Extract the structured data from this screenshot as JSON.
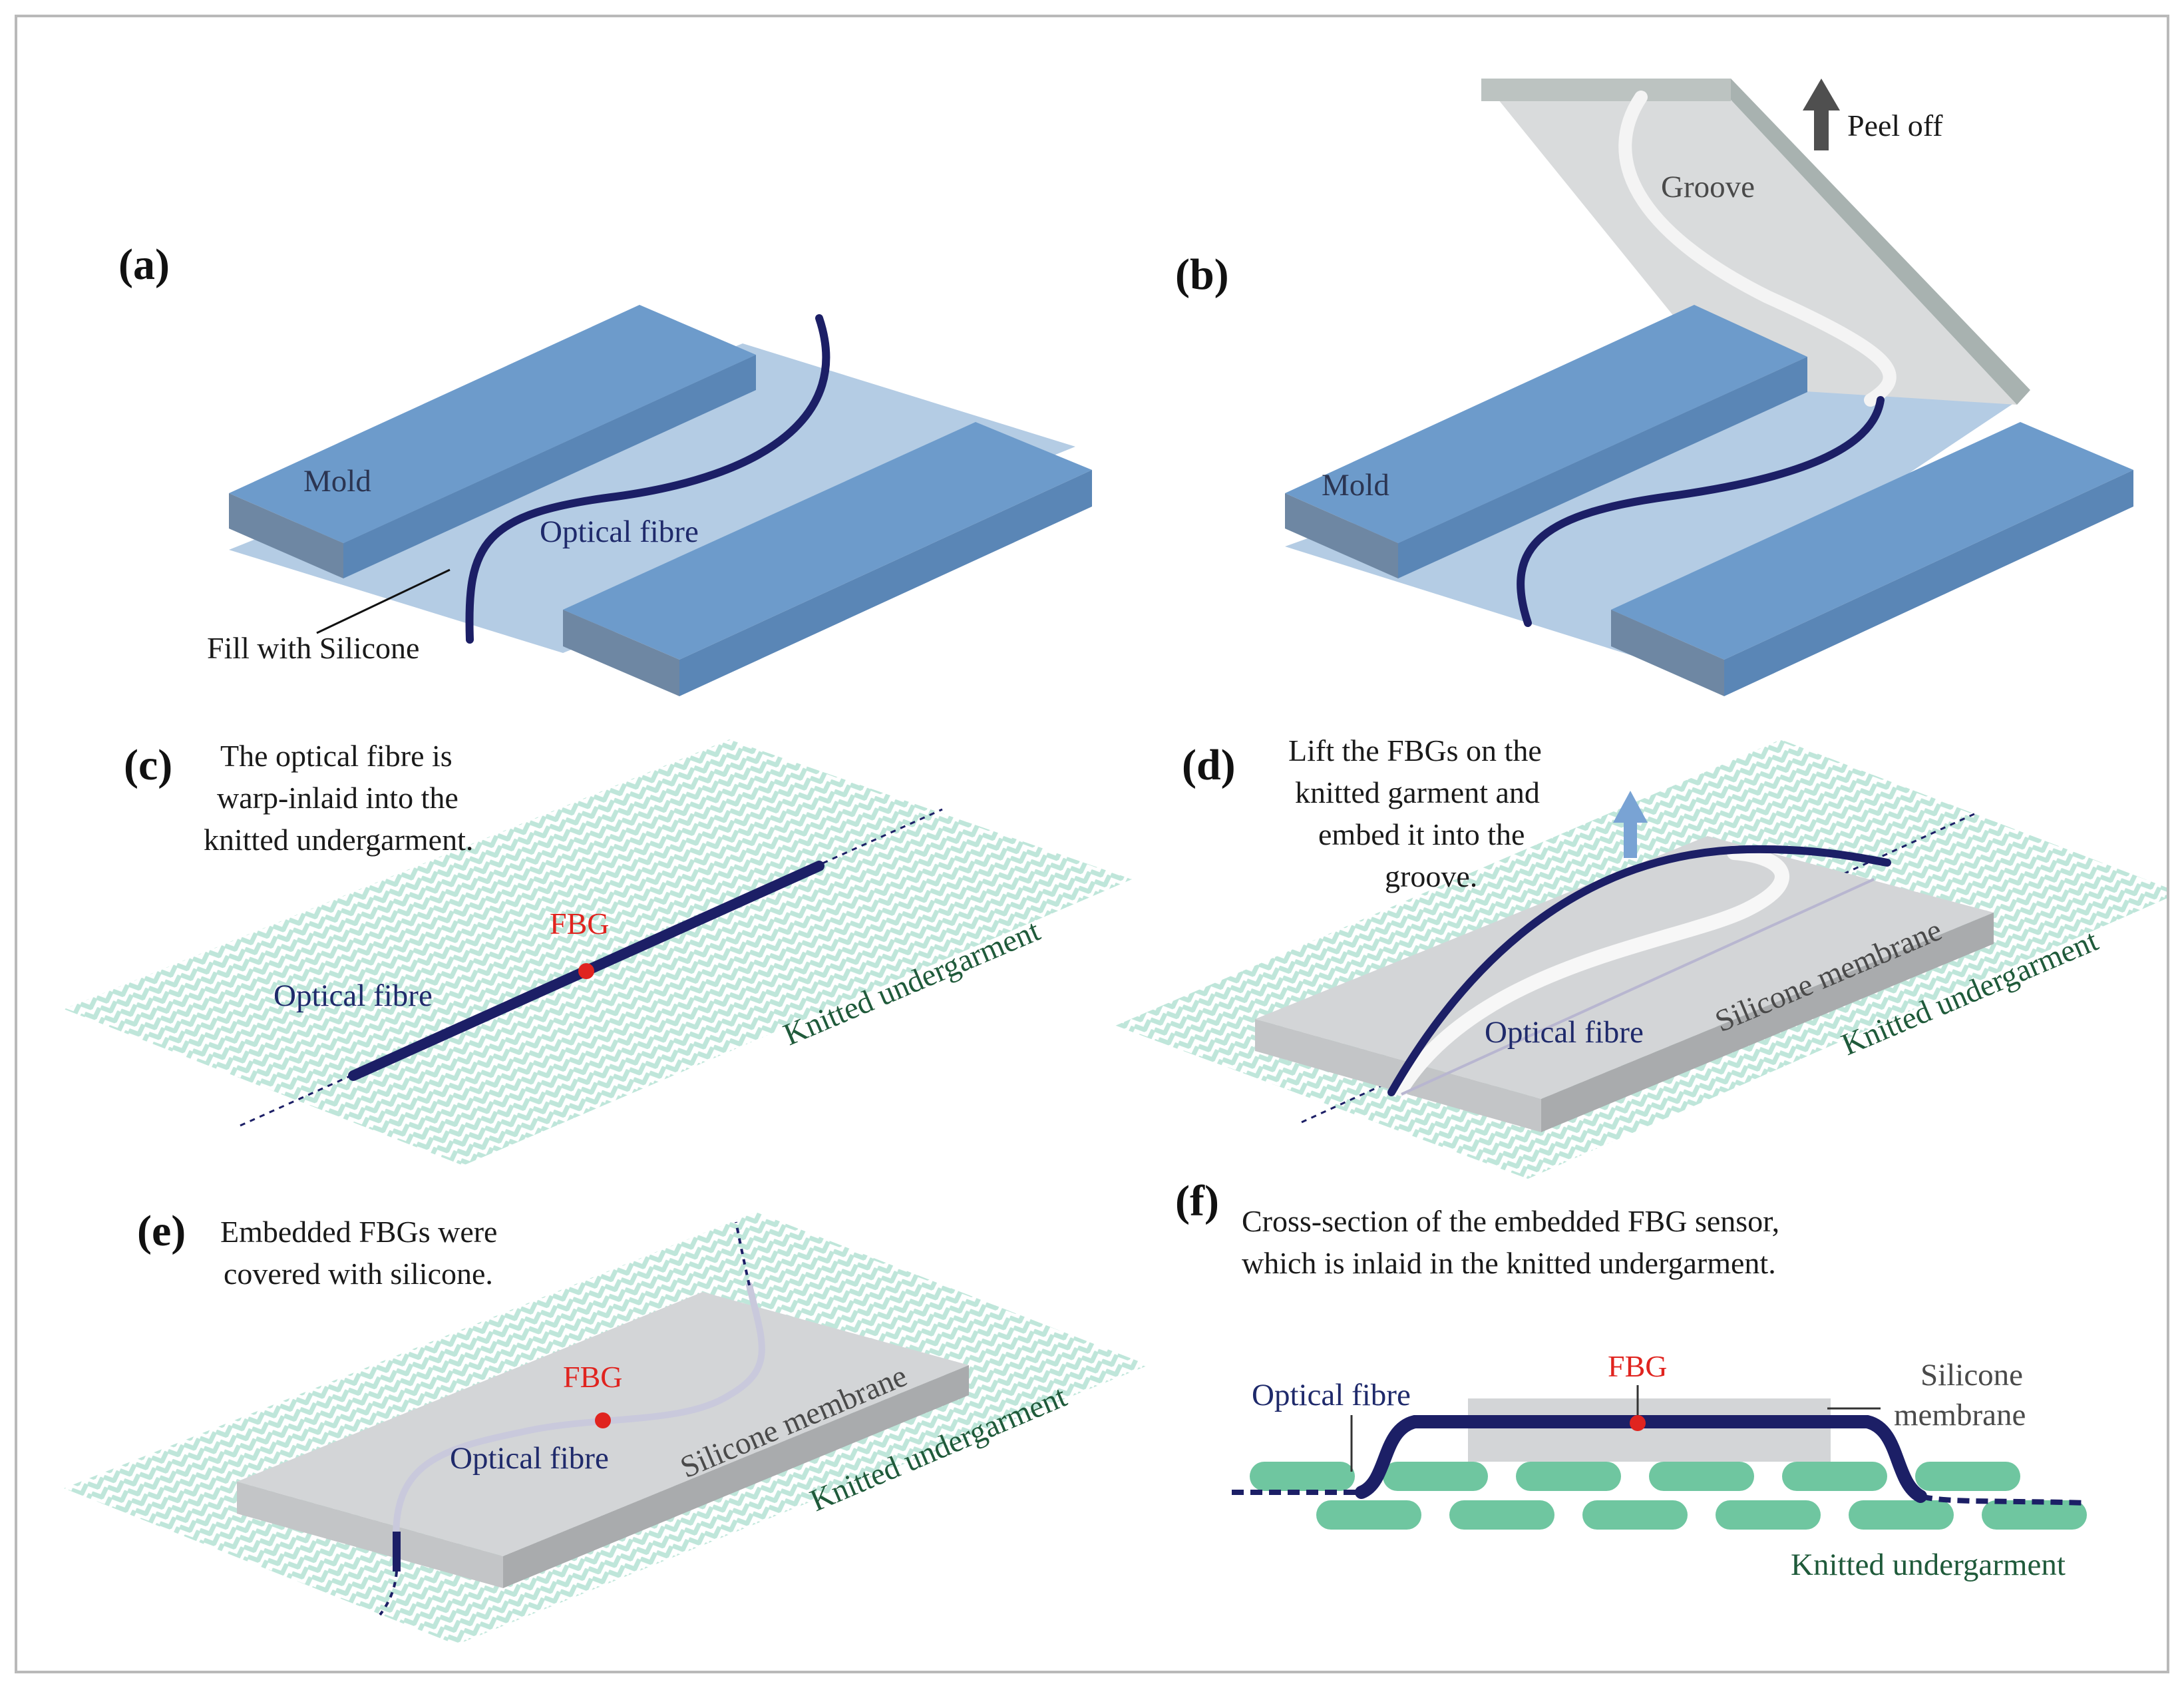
{
  "panels": {
    "a": {
      "label": "(a)",
      "mold": "Mold",
      "fibre": "Optical fibre",
      "fill": "Fill with Silicone"
    },
    "b": {
      "label": "(b)",
      "mold": "Mold",
      "groove": "Groove",
      "peel": "Peel off"
    },
    "c": {
      "label": "(c)",
      "caption": [
        "The optical fibre is",
        "warp-inlaid into the",
        "knitted undergarment."
      ],
      "fbg": "FBG",
      "fibre": "Optical fibre",
      "garment": "Knitted undergarment"
    },
    "d": {
      "label": "(d)",
      "caption": [
        "Lift the FBGs on the",
        "knitted garment and",
        "embed it into the",
        "groove."
      ],
      "fibre": "Optical fibre",
      "membrane": "Silicone membrane",
      "garment": "Knitted undergarment"
    },
    "e": {
      "label": "(e)",
      "caption": [
        "Embedded FBGs were",
        "covered with silicone."
      ],
      "fbg": "FBG",
      "fibre": "Optical fibre",
      "membrane": "Silicone membrane",
      "garment": "Knitted undergarment"
    },
    "f": {
      "label": "(f)",
      "caption": [
        "Cross-section of the embedded FBG sensor,",
        "which is inlaid in the knitted undergarment."
      ],
      "fbg": "FBG",
      "fibre": "Optical fibre",
      "membrane": [
        "Silicone",
        "membrane"
      ],
      "garment": "Knitted undergarment"
    }
  },
  "colors": {
    "mold_top": "#6d9bcb",
    "mold_side": "#5a86b6",
    "mold_end": "#6e87a3",
    "silicone_fill": "#b4cce4",
    "fibre": "#1c1f66",
    "fbg_dot": "#e0241f",
    "fabric": "#bfe6da",
    "membrane_top": "#d3d5d7",
    "membrane_side": "#a9abad",
    "yarn": "#6fc6a0",
    "arrow_gray": "#4f4f4f",
    "arrow_blue": "#79a3d4"
  }
}
